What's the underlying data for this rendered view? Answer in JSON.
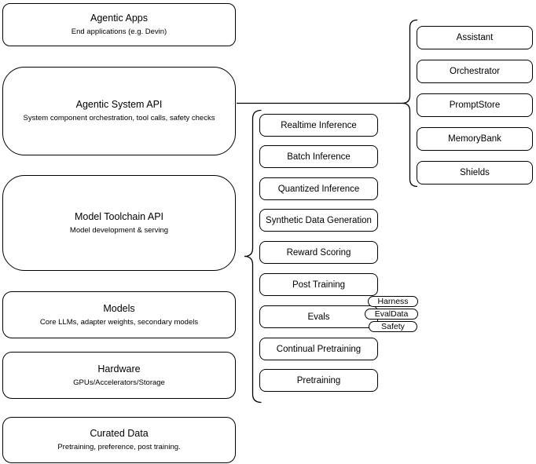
{
  "diagram": {
    "colors": {
      "stroke": "#000000",
      "fill": "#ffffff",
      "text": "#000000"
    },
    "infra_stack": [
      {
        "title": "Agentic Apps",
        "subtitle": "End applications (e.g. Devin)"
      },
      {
        "title": "Agentic System API",
        "subtitle": "System component orchestration, tool calls, safety checks"
      },
      {
        "title": "Model Toolchain API",
        "subtitle": "Model development & serving"
      },
      {
        "title": "Models",
        "subtitle": "Core LLMs, adapter weights, secondary models"
      },
      {
        "title": "Hardware",
        "subtitle": "GPUs/Accelerators/Storage"
      },
      {
        "title": "Curated Data",
        "subtitle": "Pretraining, preference, post training."
      }
    ],
    "toolchain_items": [
      "Realtime Inference",
      "Batch Inference",
      "Quantized Inference",
      "Synthetic Data Generation",
      "Reward Scoring",
      "Post Training",
      "Evals",
      "Continual Pretraining",
      "Pretraining"
    ],
    "evals_tags": [
      "Harness",
      "EvalData",
      "Safety"
    ],
    "system_components": [
      "Assistant",
      "Orchestrator",
      "PromptStore",
      "MemoryBank",
      "Shields"
    ]
  }
}
